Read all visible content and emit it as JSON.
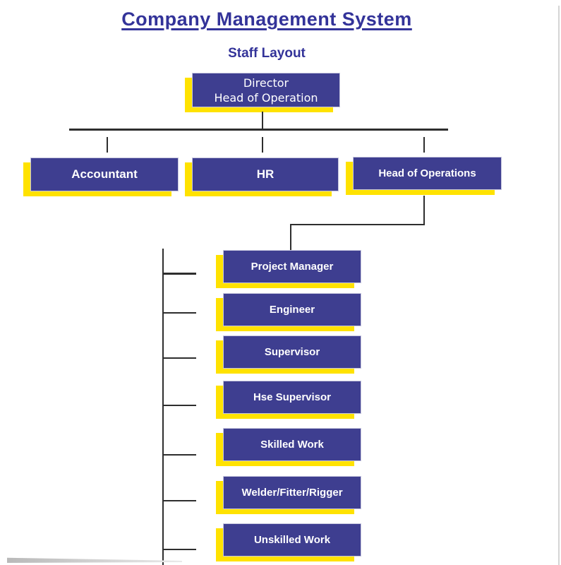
{
  "header": {
    "title": "Company Management System",
    "subtitle": "Staff Layout"
  },
  "org_chart": {
    "root": {
      "line1": "Director",
      "line2": "Head of Operation"
    },
    "level2": [
      {
        "label": "Accountant"
      },
      {
        "label": "HR"
      },
      {
        "label": "Head of Operations"
      }
    ],
    "level3": [
      {
        "label": "Project Manager"
      },
      {
        "label": "Engineer"
      },
      {
        "label": "Supervisor"
      },
      {
        "label": "Hse Supervisor"
      },
      {
        "label": "Skilled Work"
      },
      {
        "label": "Welder/Fitter/Rigger"
      },
      {
        "label": "Unskilled Work"
      }
    ]
  },
  "colors": {
    "title-blue": "#333399",
    "node-fill": "#3E3E90",
    "node-accent-yellow": "#FFE200",
    "node-border": "#C6C6DE",
    "connector-dark": "#2E2E2E",
    "page-edge-gray": "#D5D5D5"
  }
}
